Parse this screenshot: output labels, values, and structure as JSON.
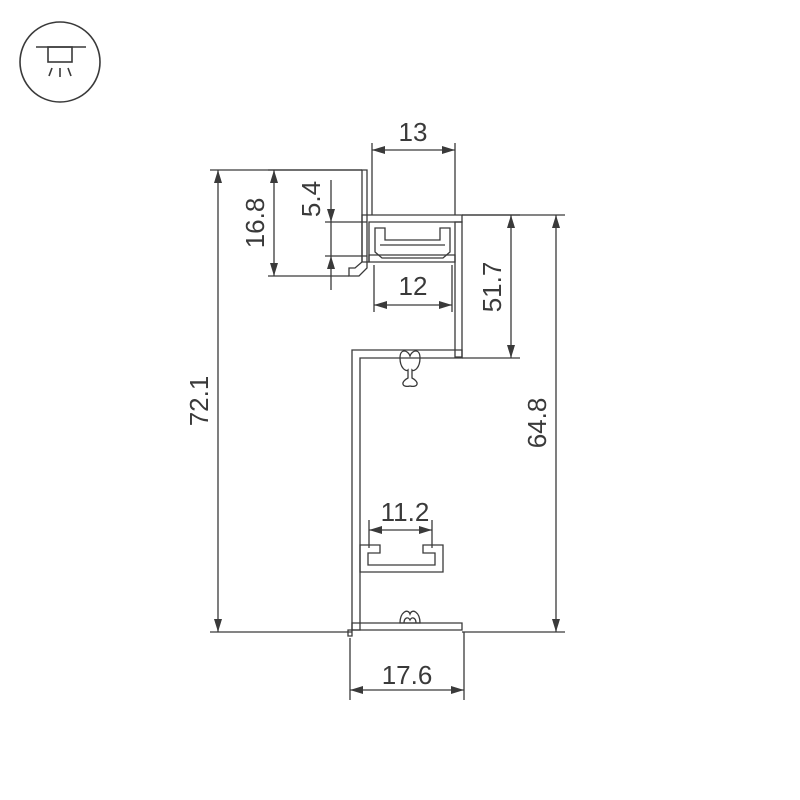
{
  "dimensions": {
    "top_opening": "13",
    "inner_width": "12",
    "flange_height": "16.8",
    "lip_height": "5.4",
    "upper_height": "51.7",
    "total_height": "72.1",
    "body_height": "64.8",
    "slot_width": "11.2",
    "base_width": "17.6"
  },
  "icon": "ceiling-light-icon"
}
